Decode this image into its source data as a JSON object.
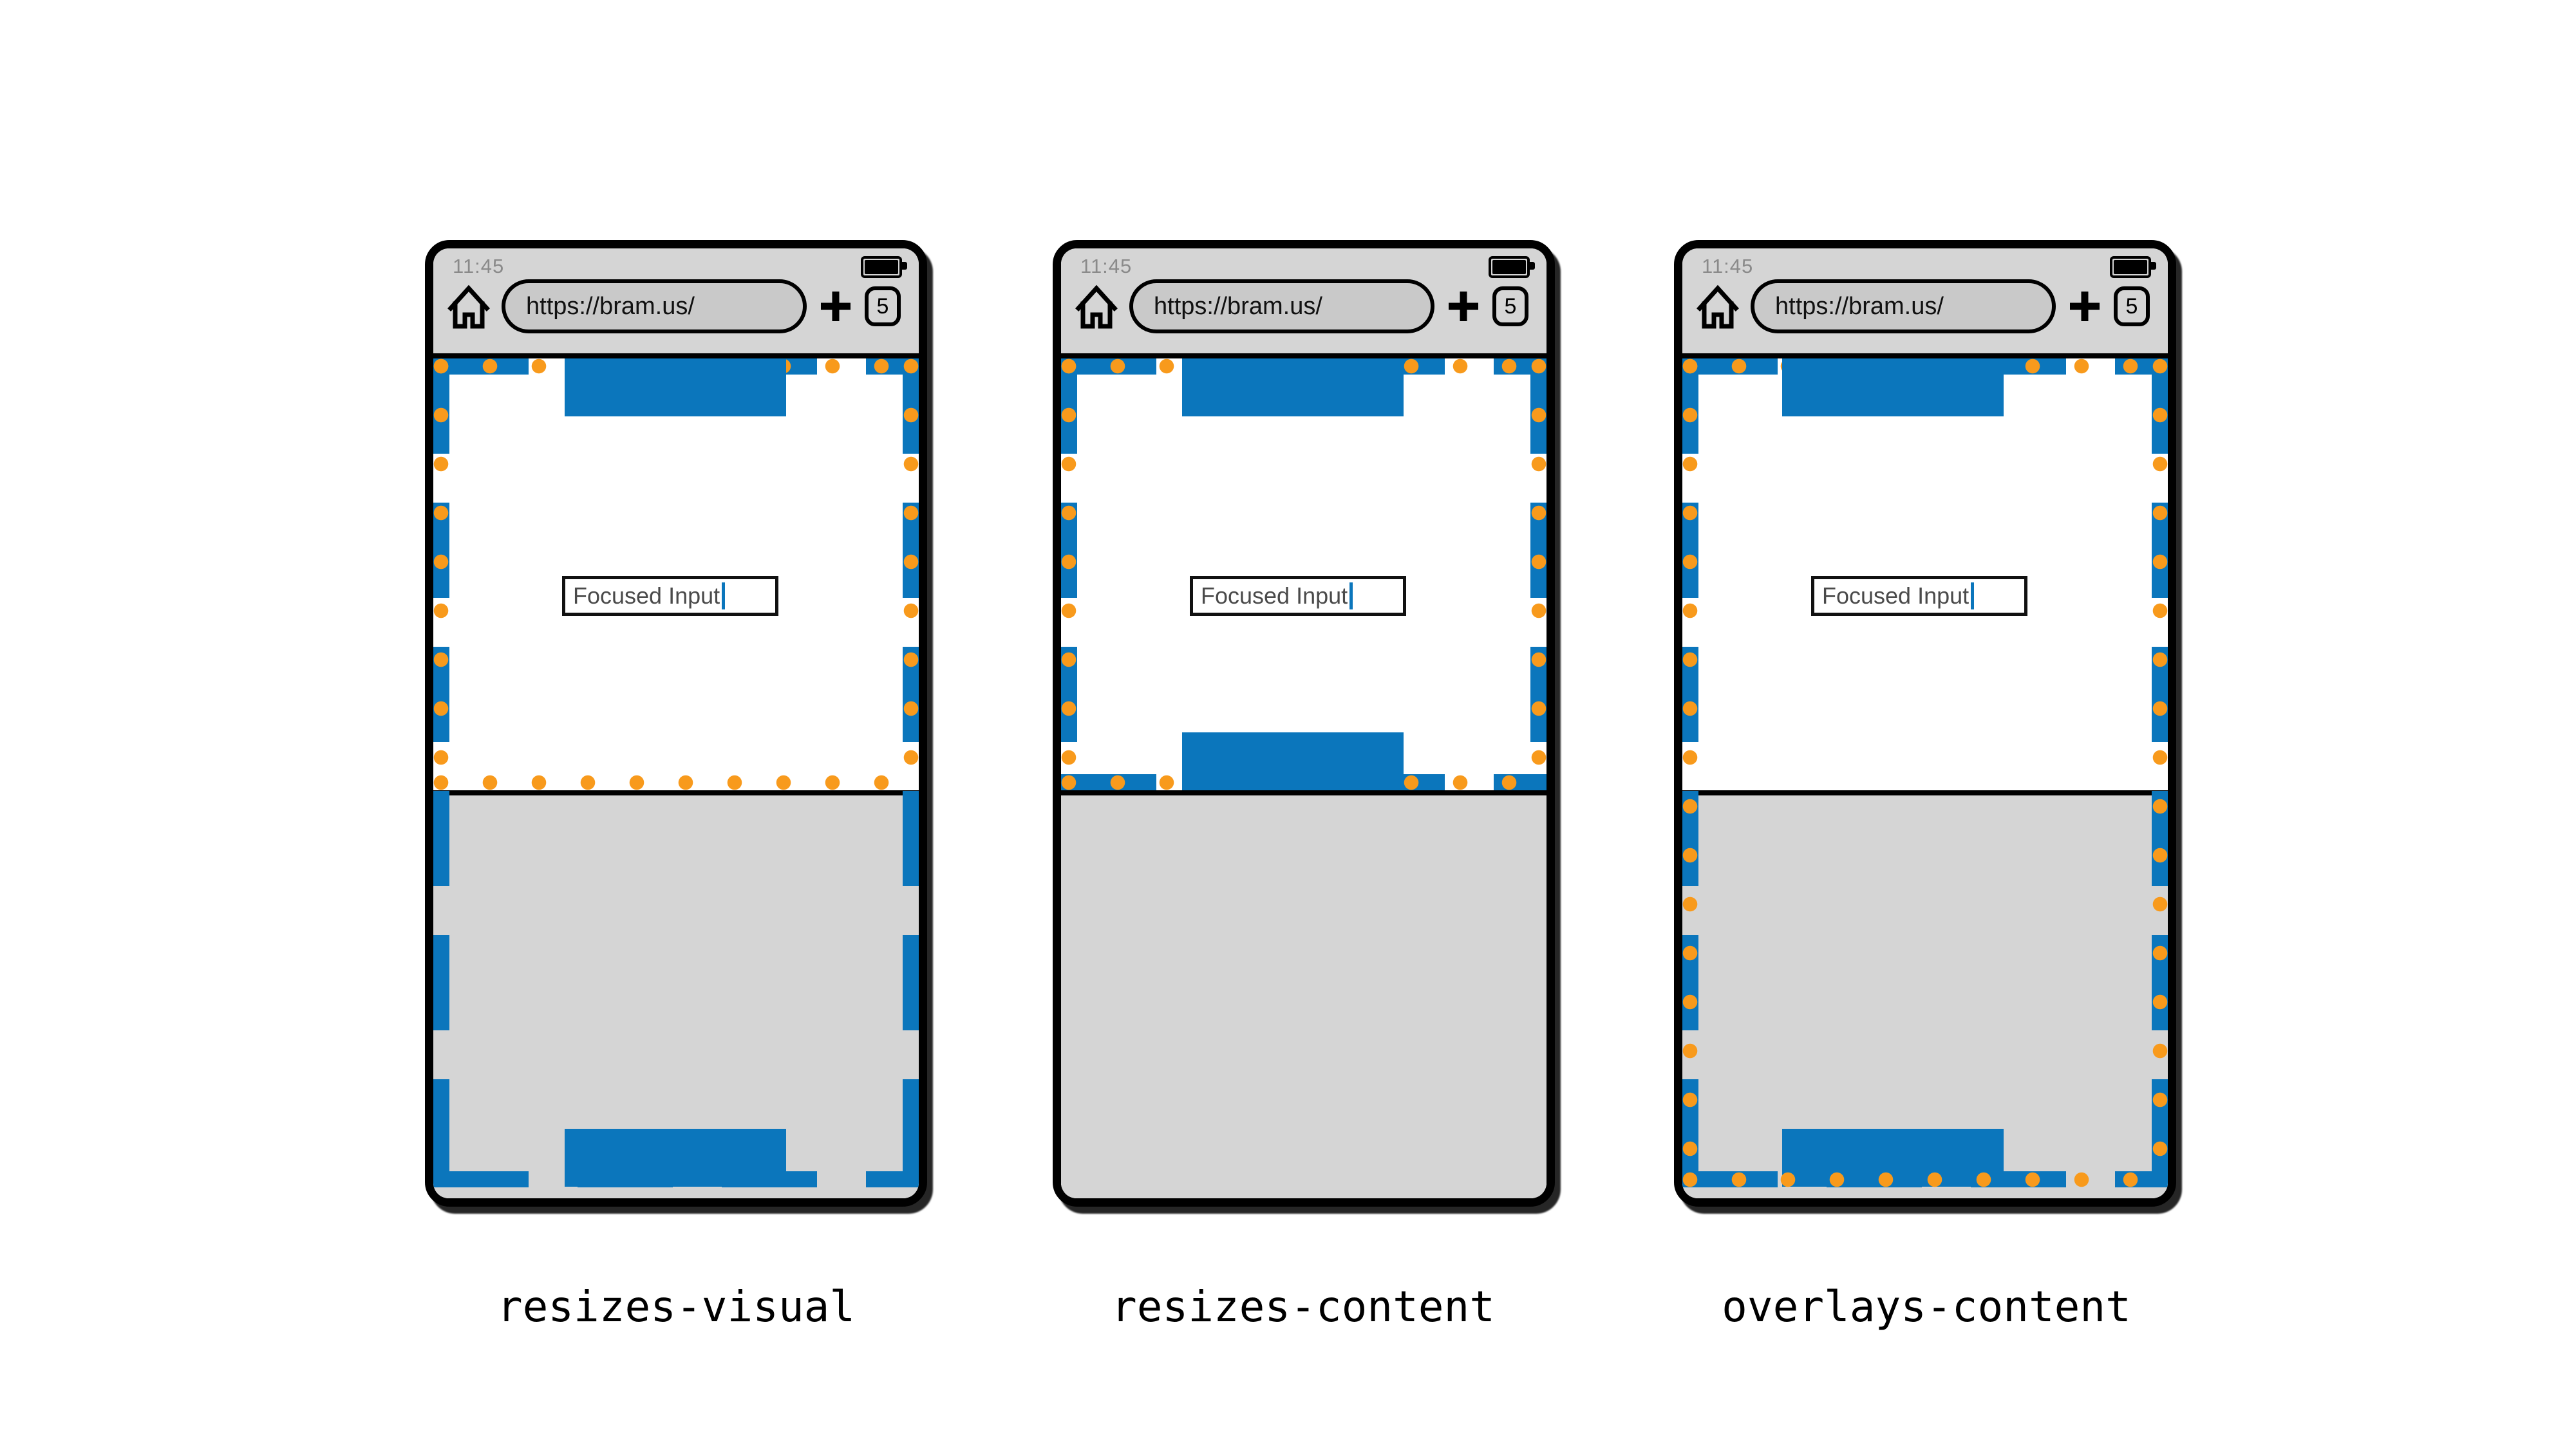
{
  "browser": {
    "time": "11:45",
    "url": "https://bram.us/",
    "tab_count": "5"
  },
  "input": {
    "value": "Focused Input"
  },
  "phones": [
    {
      "caption": "resizes-visual",
      "mode": "resizes-visual"
    },
    {
      "caption": "resizes-content",
      "mode": "resizes-content"
    },
    {
      "caption": "overlays-content",
      "mode": "overlays-content"
    }
  ],
  "colors": {
    "layout_viewport_blue": "#0b76bc",
    "visual_viewport_orange": "#f89a1c",
    "chrome_gray": "#d5d5d5",
    "keyboard_gray": "#d5d5d5"
  },
  "icons": {
    "home": "home-icon",
    "new_tab": "plus-icon",
    "tabs": "tab-counter",
    "battery": "battery-icon"
  }
}
